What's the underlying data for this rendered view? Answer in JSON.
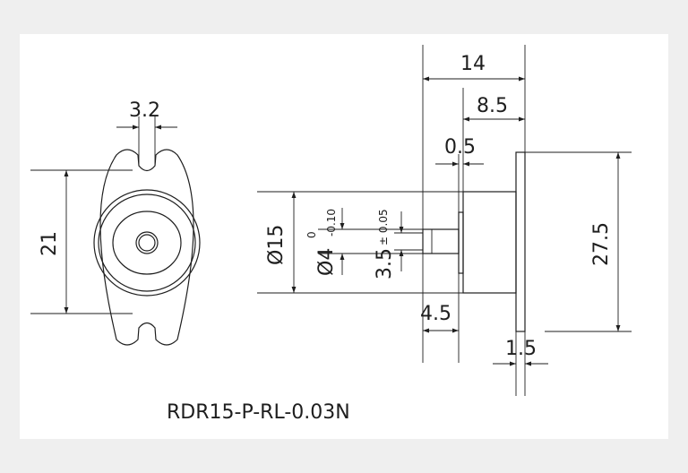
{
  "part_number": "RDR15-P-RL-0.03N",
  "front_view": {
    "slot_width": "3.2",
    "slot_pitch": "21"
  },
  "side_view": {
    "overall_length": "14",
    "flange_to_shaft_end": "8.5",
    "body_step": "0.5",
    "body_diameter": "Ø15",
    "shaft_diameter": "Ø4",
    "shaft_tol_upper": "0",
    "shaft_tol_lower": "-0.10",
    "flat_size": "3.5",
    "flat_tol": "± 0.05",
    "shaft_length": "4.5",
    "flange_height": "27.5",
    "flange_thickness": "1.5"
  }
}
